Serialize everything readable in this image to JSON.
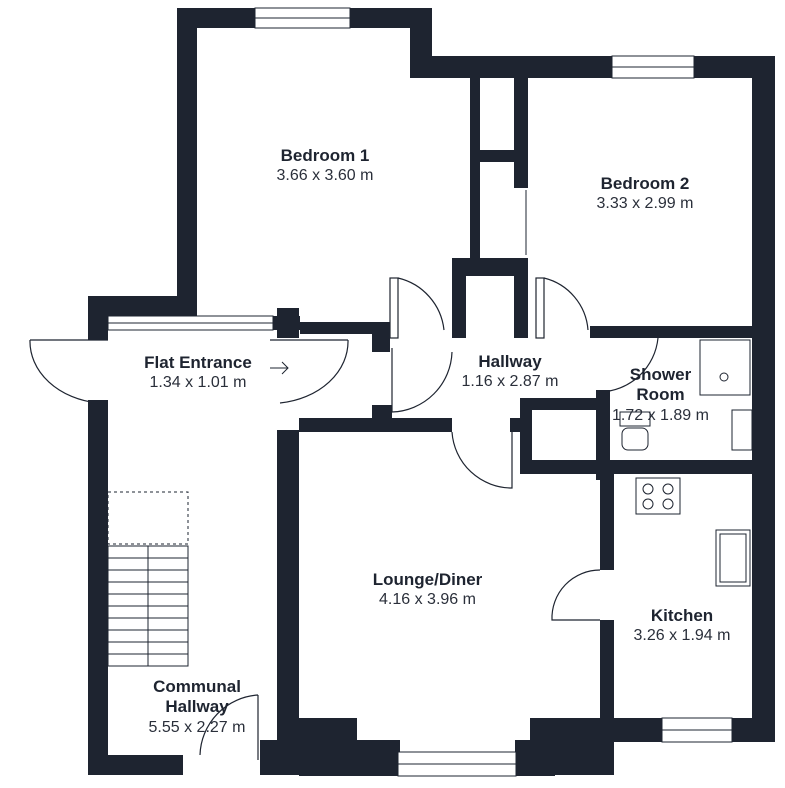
{
  "colors": {
    "wall": "#1e2430",
    "window": "#1e2430",
    "background": "#ffffff"
  },
  "rooms": {
    "bedroom1": {
      "name": "Bedroom 1",
      "dims": "3.66 x 3.60 m"
    },
    "bedroom2": {
      "name": "Bedroom 2",
      "dims": "3.33 x 2.99 m"
    },
    "flat_entrance": {
      "name": "Flat Entrance",
      "dims": "1.34 x 1.01 m"
    },
    "hallway": {
      "name": "Hallway",
      "dims": "1.16 x 2.87 m"
    },
    "shower_room": {
      "name": "Shower\nRoom",
      "dims": "1.72 x 1.89 m"
    },
    "lounge": {
      "name": "Lounge/Diner",
      "dims": "4.16 x 3.96 m"
    },
    "kitchen": {
      "name": "Kitchen",
      "dims": "3.26 x 1.94 m"
    },
    "communal": {
      "name": "Communal\nHallway",
      "dims": "5.55 x 2.27 m"
    }
  },
  "icons": {
    "entrance_arrow": "arrow-right-icon",
    "hob": "hob-icon",
    "sink": "sink-icon",
    "shower": "shower-tray-icon",
    "toilet": "toilet-icon",
    "basin": "basin-icon",
    "stairs": "stairs-icon"
  }
}
